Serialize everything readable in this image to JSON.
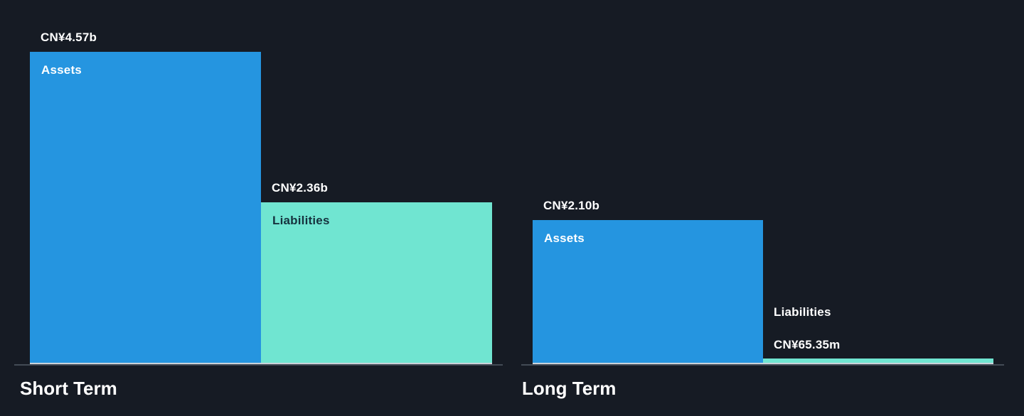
{
  "page": {
    "background": "#161B24"
  },
  "colors": {
    "assets_bar": "#2595E0",
    "liabilities_bar": "#70E5D1",
    "text_light": "#FFFFFF",
    "text_dark": "#16323E",
    "axis_line": "#434B55",
    "baseline_light": "#CBD3DA"
  },
  "chart_data": {
    "type": "bar",
    "currency": "CN¥",
    "value_axis_max": 4.57,
    "legend_position": "none",
    "grid": false,
    "groups": [
      {
        "label": "Short Term",
        "bars": [
          {
            "name": "Assets",
            "value": 4.57,
            "value_label": "CN¥4.57b",
            "color_key": "assets_bar",
            "name_color_key": "text_light"
          },
          {
            "name": "Liabilities",
            "value": 2.36,
            "value_label": "CN¥2.36b",
            "color_key": "liabilities_bar",
            "name_color_key": "text_dark"
          }
        ]
      },
      {
        "label": "Long Term",
        "bars": [
          {
            "name": "Assets",
            "value": 2.1,
            "value_label": "CN¥2.10b",
            "color_key": "assets_bar",
            "name_color_key": "text_light"
          },
          {
            "name": "Liabilities",
            "value": 0.06535,
            "value_label": "CN¥65.35m",
            "color_key": "liabilities_bar",
            "name_color_key": "text_light"
          }
        ]
      }
    ]
  }
}
